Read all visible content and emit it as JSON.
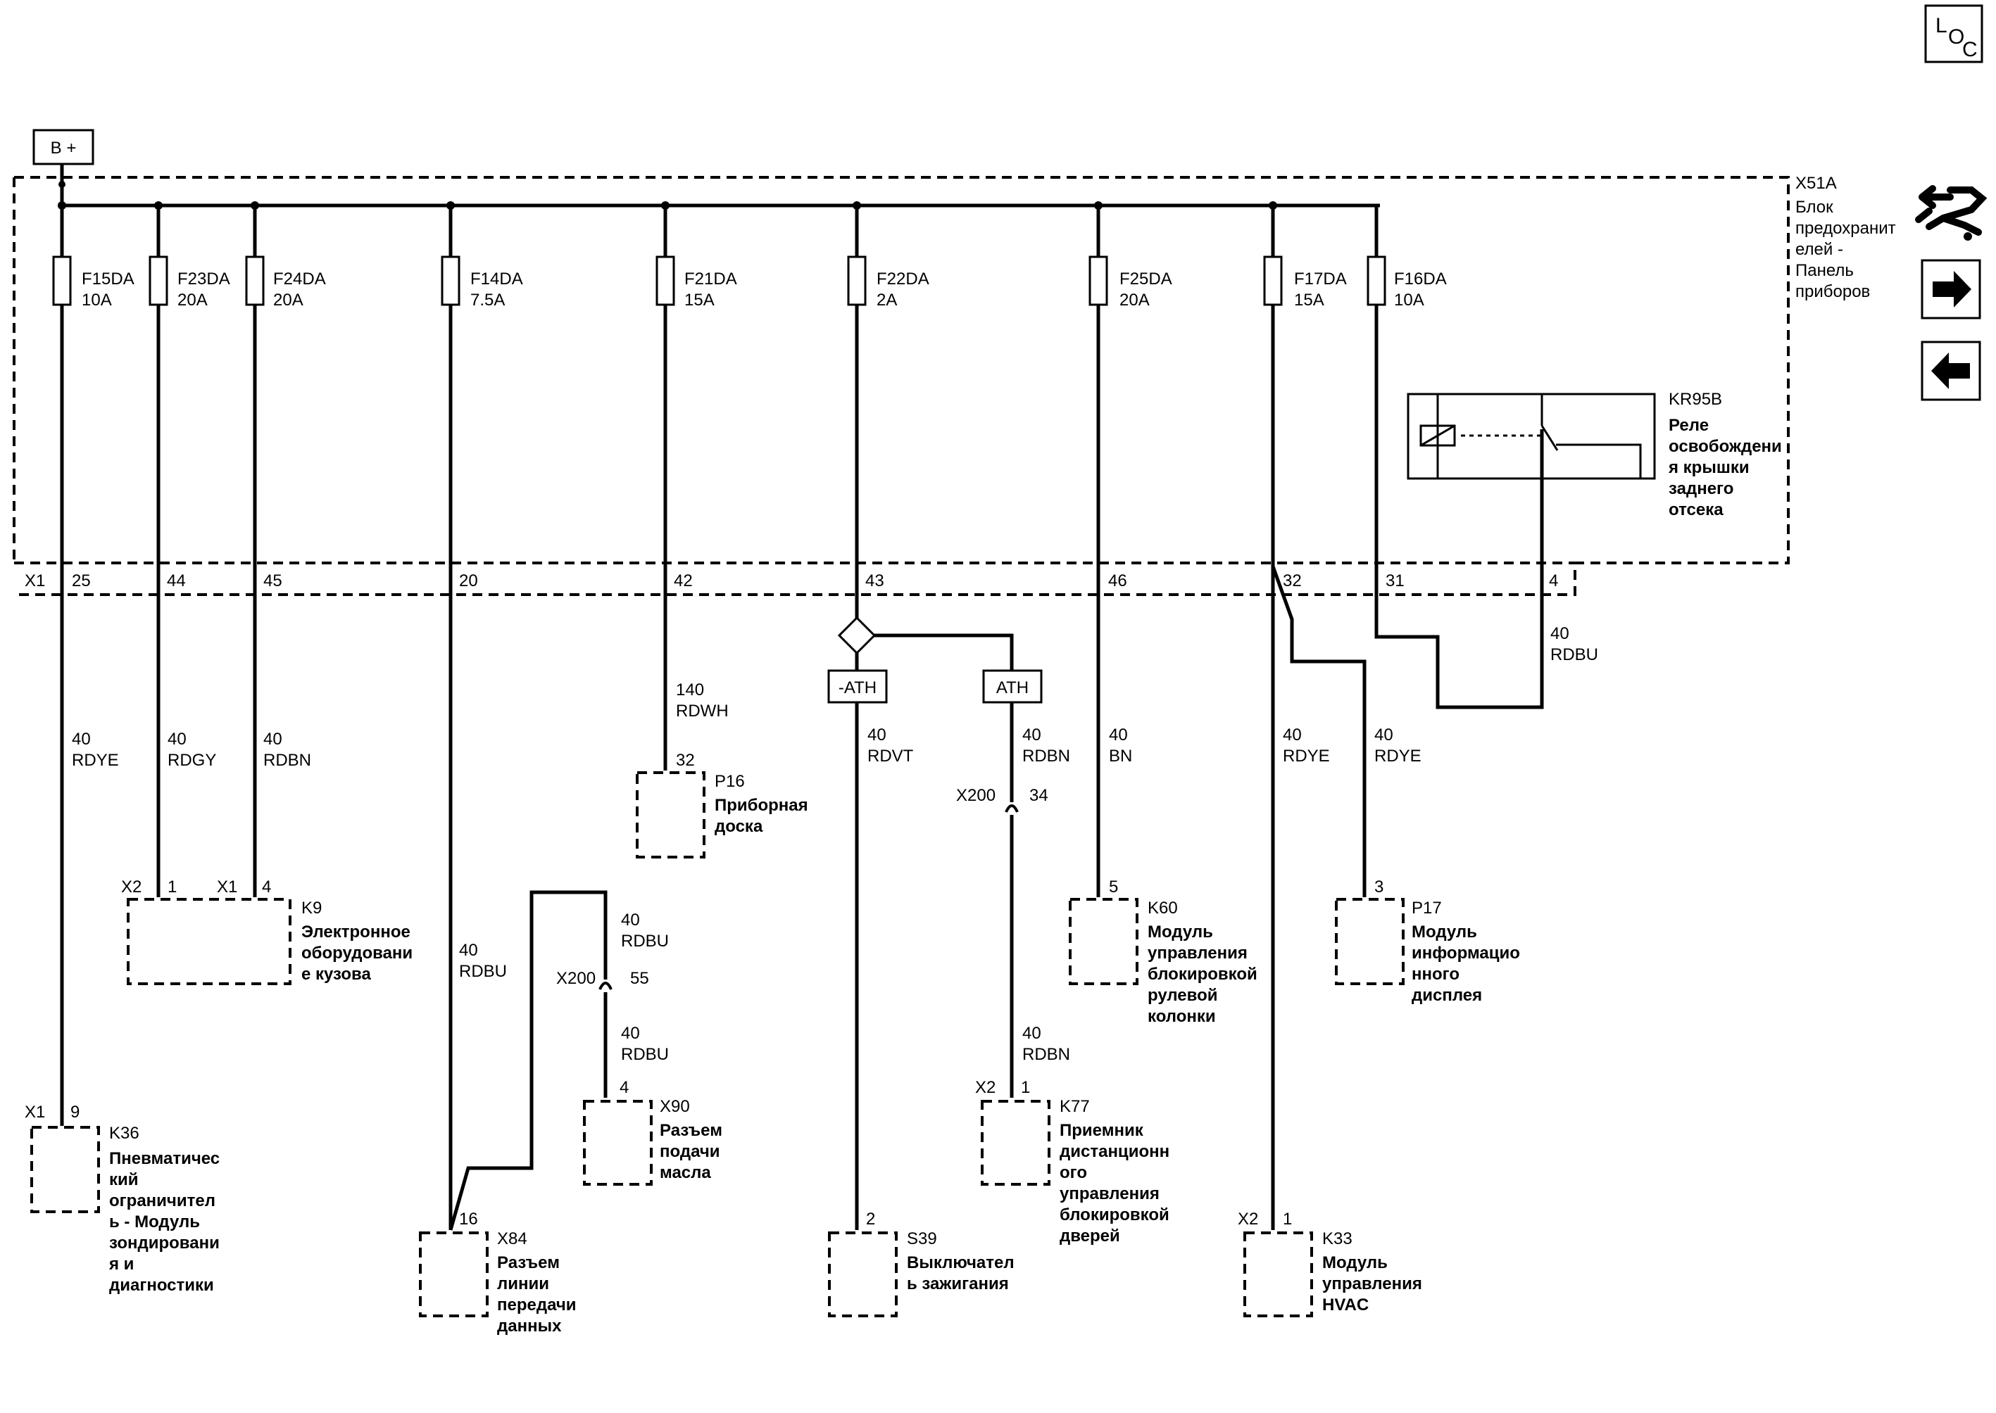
{
  "loc_icon": {
    "l": "L",
    "o": "O",
    "c": "C"
  },
  "battery_label": "B +",
  "fuse_block": {
    "id": "X51A",
    "name_lines": [
      "Блок",
      "предохранит",
      "елей -",
      "Панель",
      "приборов"
    ],
    "connector": "X1"
  },
  "fuses": [
    {
      "id": "F15DA",
      "rating": "10A",
      "pin": "25"
    },
    {
      "id": "F23DA",
      "rating": "20A",
      "pin": "44"
    },
    {
      "id": "F24DA",
      "rating": "20A",
      "pin": "45"
    },
    {
      "id": "F14DA",
      "rating": "7.5A",
      "pin": "20"
    },
    {
      "id": "F21DA",
      "rating": "15A",
      "pin": "42"
    },
    {
      "id": "F22DA",
      "rating": "2A",
      "pin": "43"
    },
    {
      "id": "F25DA",
      "rating": "20A",
      "pin": "46"
    },
    {
      "id": "F17DA",
      "rating": "15A",
      "pin": "32"
    },
    {
      "id": "F16DA",
      "rating": "10A",
      "pin": "31"
    }
  ],
  "relay": {
    "id": "KR95B",
    "name_lines": [
      "Реле",
      "освобождени",
      "я крышки",
      "заднего",
      "отсека"
    ],
    "pin": "4"
  },
  "wires": [
    {
      "gauge": "40",
      "color": "RDYE"
    },
    {
      "gauge": "40",
      "color": "RDGY"
    },
    {
      "gauge": "40",
      "color": "RDBN"
    },
    {
      "gauge": "40",
      "color": "RDBU"
    },
    {
      "gauge": "140",
      "color": "RDWH"
    },
    {
      "gauge": "40",
      "color": "RDVT"
    },
    {
      "gauge": "40",
      "color": "RDBN"
    },
    {
      "gauge": "40",
      "color": "BN"
    },
    {
      "gauge": "40",
      "color": "RDYE"
    },
    {
      "gauge": "40",
      "color": "RDYE"
    },
    {
      "gauge": "40",
      "color": "RDBU"
    },
    {
      "gauge": "40",
      "color": "RDBU"
    },
    {
      "gauge": "40",
      "color": "RDBU"
    },
    {
      "gauge": "40",
      "color": "RDBN"
    }
  ],
  "options": {
    "no_ath": "-ATH",
    "ath": "ATH"
  },
  "inline_connectors": [
    {
      "id": "X200",
      "pin": "34"
    },
    {
      "id": "X200",
      "pin": "55"
    }
  ],
  "components": {
    "P16": {
      "id": "P16",
      "pin": "32",
      "name_lines": [
        "Приборная",
        "доска"
      ]
    },
    "K9": {
      "id": "K9",
      "conn_a": "X2",
      "pin_a": "1",
      "conn_b": "X1",
      "pin_b": "4",
      "name_lines": [
        "Электронное",
        "оборудовани",
        "е кузова"
      ]
    },
    "K36": {
      "id": "K36",
      "conn": "X1",
      "pin": "9",
      "name_lines": [
        "Пневматичес",
        "кий",
        "ограничител",
        "ь - Модуль",
        "зондировани",
        "я и",
        "диагностики"
      ]
    },
    "X84": {
      "id": "X84",
      "pin": "16",
      "name_lines": [
        "Разъем",
        "линии",
        "передачи",
        "данных"
      ]
    },
    "X90": {
      "id": "X90",
      "pin": "4",
      "name_lines": [
        "Разъем",
        "подачи",
        "масла"
      ]
    },
    "S39": {
      "id": "S39",
      "pin": "2",
      "name_lines": [
        "Выключател",
        "ь зажигания"
      ]
    },
    "K77": {
      "id": "K77",
      "conn": "X2",
      "pin": "1",
      "name_lines": [
        "Приемник",
        "дистанционн",
        "ого",
        "управления",
        "блокировкой",
        "дверей"
      ]
    },
    "K60": {
      "id": "K60",
      "pin": "5",
      "name_lines": [
        "Модуль",
        "управления",
        "блокировкой",
        "рулевой",
        "колонки"
      ]
    },
    "P17": {
      "id": "P17",
      "pin": "3",
      "name_lines": [
        "Модуль",
        "информацио",
        "нного",
        "дисплея"
      ]
    },
    "K33": {
      "id": "K33",
      "conn": "X2",
      "pin": "1",
      "name_lines": [
        "Модуль",
        "управления",
        "HVAC"
      ]
    }
  },
  "nav_icons": [
    "wiring-harness-icon",
    "arrow-right-icon",
    "arrow-left-icon"
  ]
}
